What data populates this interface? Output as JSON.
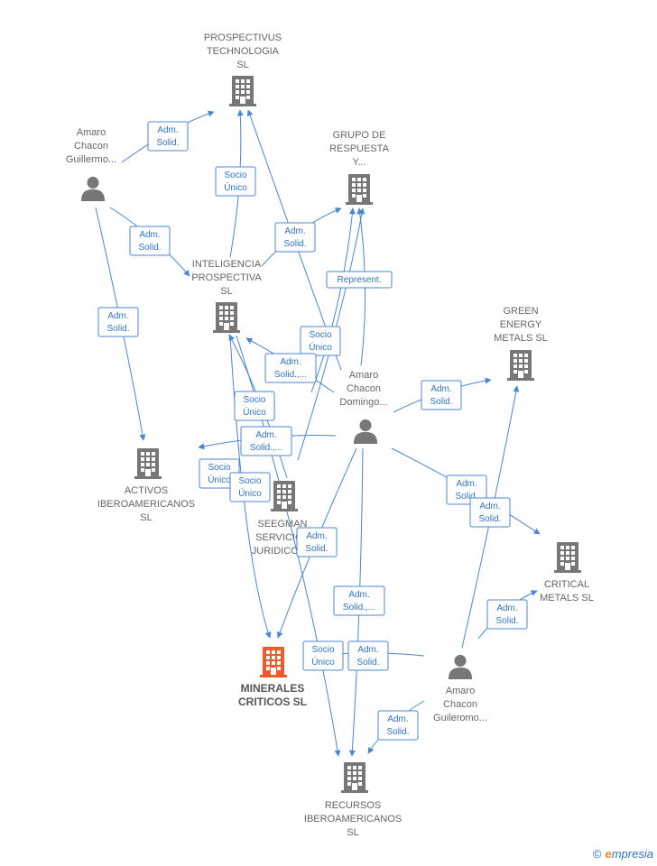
{
  "colors": {
    "edge": "#4a86d4",
    "building": "#777777",
    "building_highlight": "#f05a28",
    "person": "#777777"
  },
  "nodes": [
    {
      "id": "prospectivus",
      "type": "company",
      "lines": [
        "PROSPECTIVUS",
        "TECHNOLOGIA",
        "SL"
      ],
      "icon": "building-icon"
    },
    {
      "id": "grupo",
      "type": "company",
      "lines": [
        "GRUPO DE",
        "RESPUESTA",
        "Y..."
      ],
      "icon": "building-icon"
    },
    {
      "id": "green",
      "type": "company",
      "lines": [
        "GREEN",
        "ENERGY",
        "METALS  SL"
      ],
      "icon": "building-icon"
    },
    {
      "id": "inteligencia",
      "type": "company",
      "lines": [
        "INTELIGENCIA",
        "PROSPECTIVA",
        "SL"
      ],
      "icon": "building-icon"
    },
    {
      "id": "activos",
      "type": "company",
      "lines": [
        "ACTIVOS",
        "IBEROAMERICANOS",
        "SL"
      ],
      "icon": "building-icon"
    },
    {
      "id": "seegman",
      "type": "company",
      "lines": [
        "SEEGMAN",
        "SERVICIOS",
        "JURIDICOS..."
      ],
      "icon": "building-icon"
    },
    {
      "id": "critical",
      "type": "company",
      "lines": [
        "CRITICAL",
        "METALS  SL"
      ],
      "icon": "building-icon"
    },
    {
      "id": "minerales",
      "type": "company",
      "highlight": true,
      "lines": [
        "MINERALES",
        "CRITICOS  SL"
      ],
      "icon": "building-icon"
    },
    {
      "id": "recursos",
      "type": "company",
      "lines": [
        "RECURSOS",
        "IBEROAMERICANOS",
        "SL"
      ],
      "icon": "building-icon"
    },
    {
      "id": "amaro_guillermo",
      "type": "person",
      "lines": [
        "Amaro",
        "Chacon",
        "Guillermo..."
      ],
      "icon": "person-icon"
    },
    {
      "id": "amaro_domingo",
      "type": "person",
      "lines": [
        "Amaro",
        "Chacon",
        "Domingo..."
      ],
      "icon": "person-icon"
    },
    {
      "id": "amaro_guileromo",
      "type": "person",
      "lines": [
        "Amaro",
        "Chacon",
        "Guileromo..."
      ],
      "icon": "person-icon"
    }
  ],
  "edge_labels": [
    [
      "Adm.",
      "Solid."
    ],
    [
      "Socio",
      "Único"
    ],
    [
      "Adm.",
      "Solid."
    ],
    [
      "Adm.",
      "Solid."
    ],
    [
      "Adm.",
      "Solid."
    ],
    [
      "Represent."
    ],
    [
      "Socio",
      "Único"
    ],
    [
      "Adm.",
      "Solid.,..."
    ],
    [
      "Adm.",
      "Solid."
    ],
    [
      "Socio",
      "Único"
    ],
    [
      "Adm.",
      "Solid.,..."
    ],
    [
      "Socio",
      "Único"
    ],
    [
      "Socio",
      "Único"
    ],
    [
      "Adm.",
      "Solid."
    ],
    [
      "Adm.",
      "Solid."
    ],
    [
      "Adm.",
      "Solid."
    ],
    [
      "Adm.",
      "Solid.,..."
    ],
    [
      "Adm.",
      "Solid."
    ],
    [
      "Socio",
      "Único"
    ],
    [
      "Adm.",
      "Solid."
    ],
    [
      "Adm.",
      "Solid."
    ]
  ],
  "footer": {
    "copyright": "©",
    "brand_first": "e",
    "brand_rest": "mpresia"
  }
}
